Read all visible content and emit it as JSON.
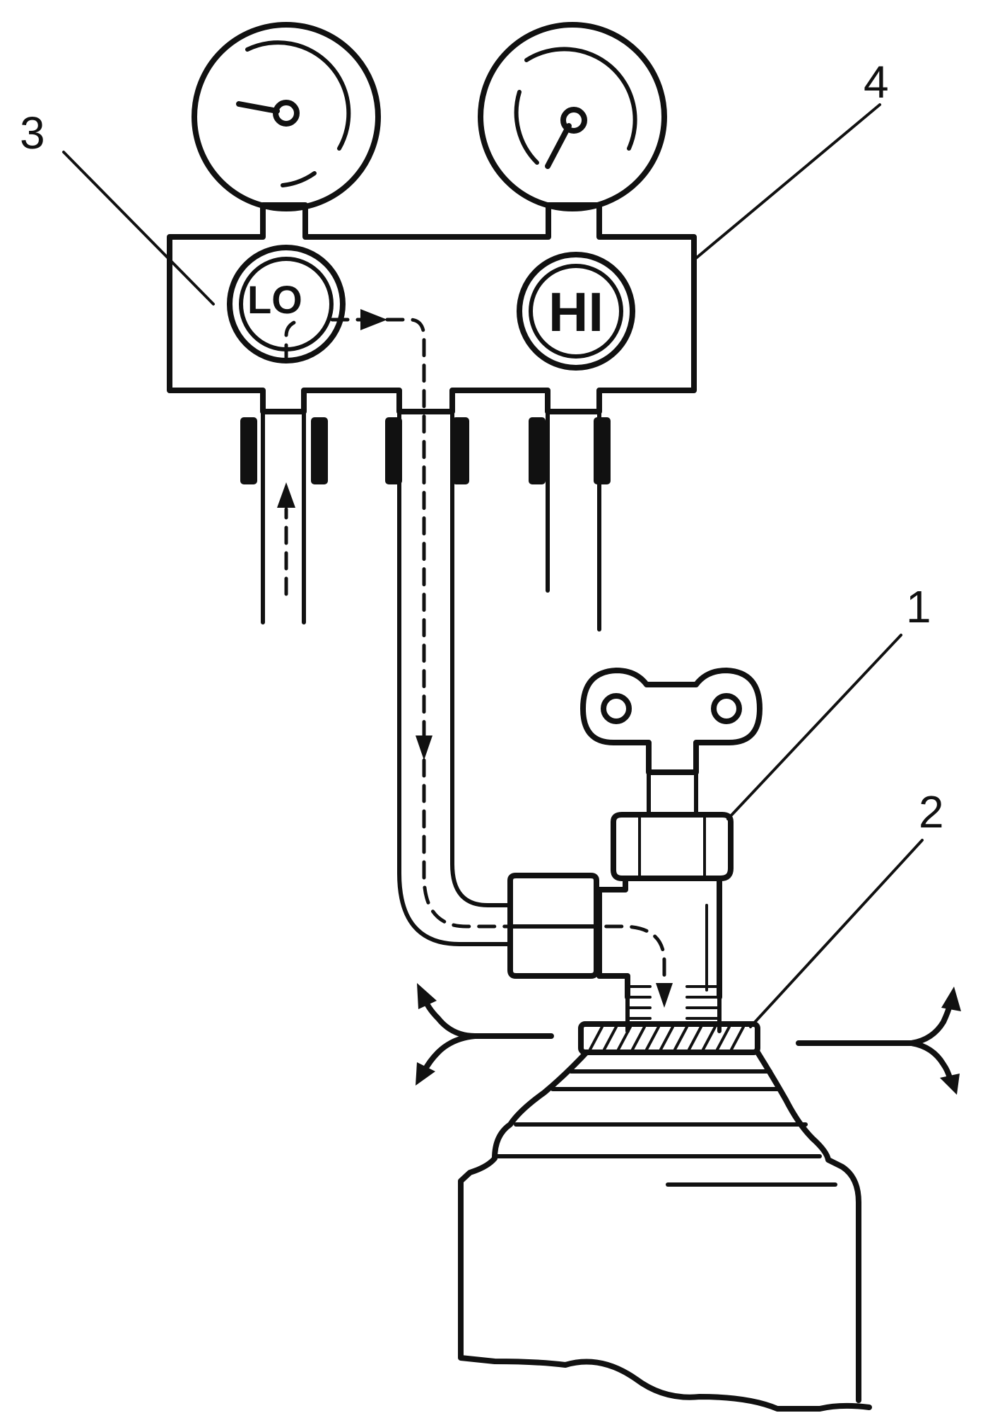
{
  "diagram": {
    "callouts": [
      {
        "id": "1",
        "label": "1"
      },
      {
        "id": "2",
        "label": "2"
      },
      {
        "id": "3",
        "label": "3"
      },
      {
        "id": "4",
        "label": "4"
      }
    ],
    "valves": {
      "low": {
        "label": "LO"
      },
      "high": {
        "label": "HI"
      }
    },
    "colors": {
      "ink": "#111111",
      "background": "#ffffff"
    }
  }
}
